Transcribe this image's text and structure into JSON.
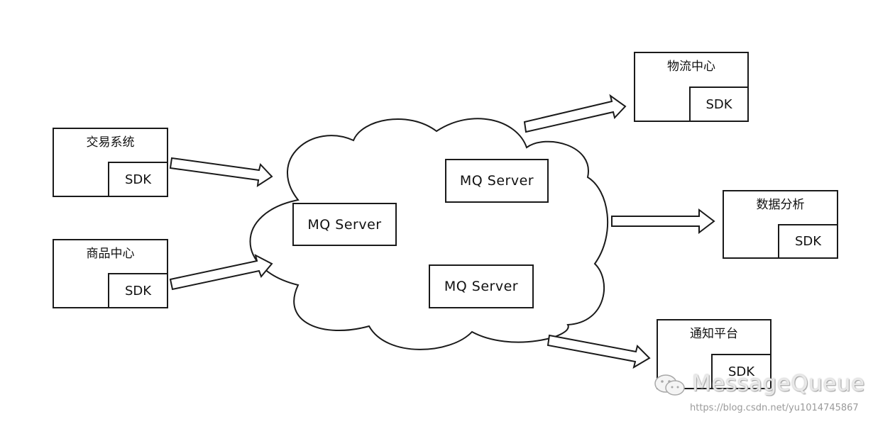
{
  "sources": [
    {
      "id": "trade",
      "title": "交易系统",
      "sdk": "SDK"
    },
    {
      "id": "goods",
      "title": "商品中心",
      "sdk": "SDK"
    }
  ],
  "targets": [
    {
      "id": "logistics",
      "title": "物流中心",
      "sdk": "SDK"
    },
    {
      "id": "analysis",
      "title": "数据分析",
      "sdk": "SDK"
    },
    {
      "id": "notify",
      "title": "通知平台",
      "sdk": "SDK"
    }
  ],
  "cloud": {
    "servers": [
      "MQ Server",
      "MQ Server",
      "MQ Server"
    ]
  },
  "watermark": {
    "text": "MessageQueue",
    "icon": "wechat-icon",
    "url": "https://blog.csdn.net/yu1014745867"
  }
}
